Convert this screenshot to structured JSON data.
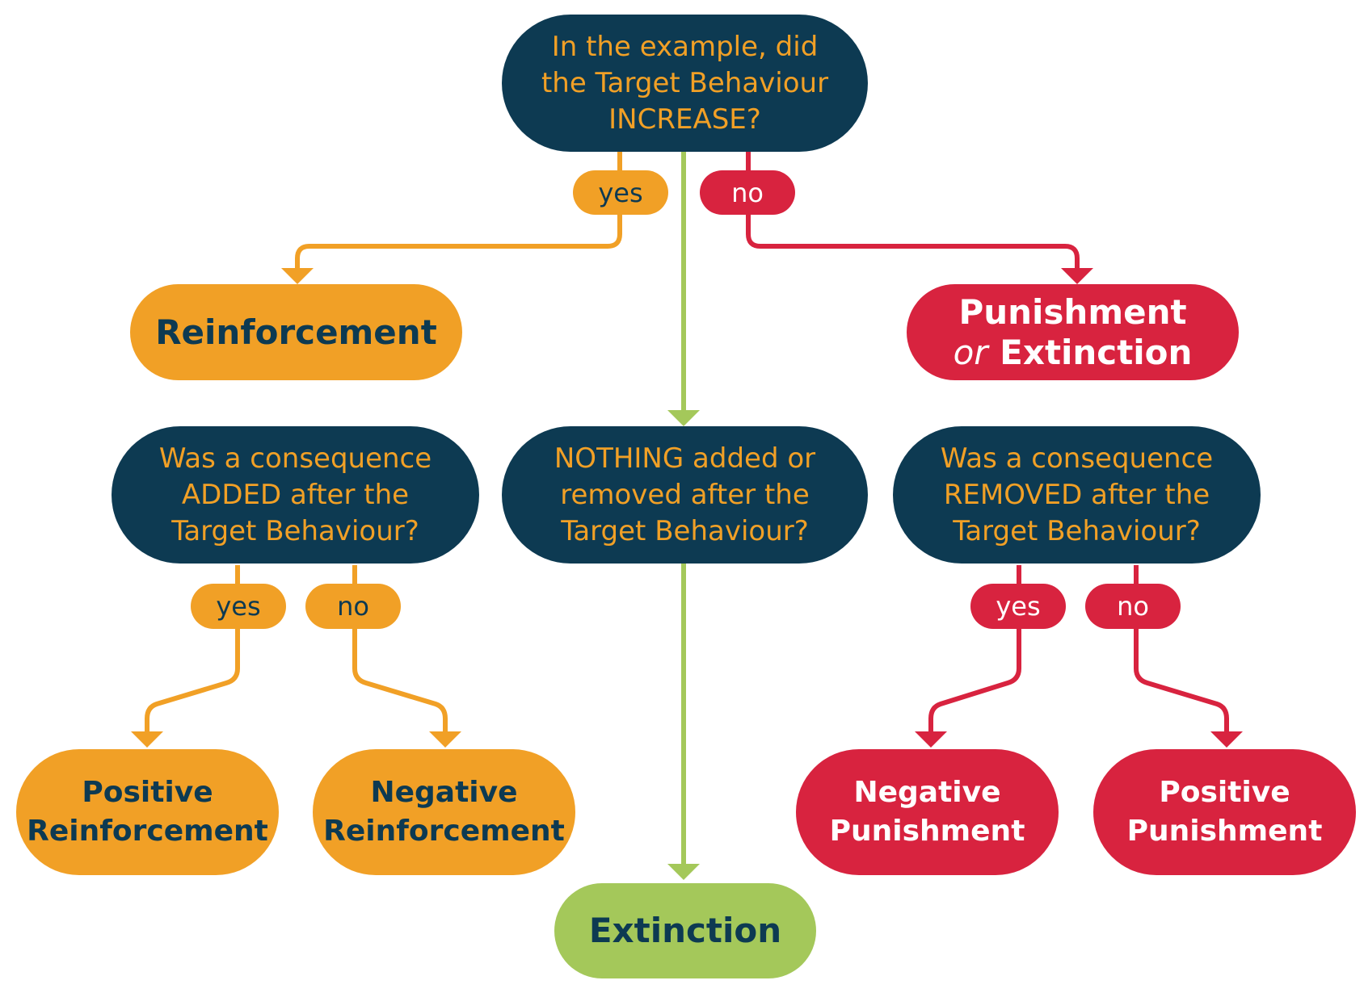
{
  "colors": {
    "navy": "#0d3a52",
    "orange": "#f1a026",
    "red": "#d8233f",
    "green": "#a4c85a"
  },
  "nodes": {
    "root": [
      "In the example, did",
      "the Target Behaviour",
      "INCREASE?"
    ],
    "reinforcement": "Reinforcement",
    "punishment_or_extinction": {
      "line1": "Punishment",
      "or": "or",
      "line2": "Extinction"
    },
    "added_question": [
      "Was a consequence",
      "ADDED after the",
      "Target Behaviour?"
    ],
    "nothing_question": [
      "NOTHING added or",
      "removed after the",
      "Target Behaviour?"
    ],
    "removed_question": [
      "Was a consequence",
      "REMOVED after the",
      "Target Behaviour?"
    ],
    "positive_reinforcement": [
      "Positive",
      "Reinforcement"
    ],
    "negative_reinforcement": [
      "Negative",
      "Reinforcement"
    ],
    "extinction": "Extinction",
    "negative_punishment": [
      "Negative",
      "Punishment"
    ],
    "positive_punishment": [
      "Positive",
      "Punishment"
    ]
  },
  "labels": {
    "root_yes": "yes",
    "root_no": "no",
    "added_yes": "yes",
    "added_no": "no",
    "removed_yes": "yes",
    "removed_no": "no"
  }
}
